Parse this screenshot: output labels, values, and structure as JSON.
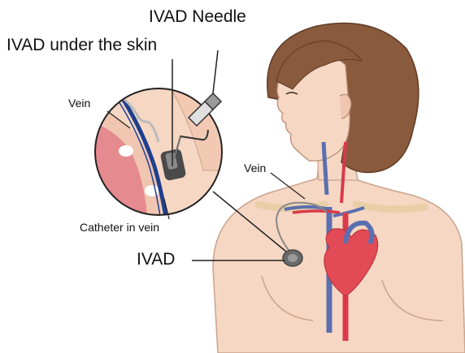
{
  "labels": {
    "ivad_needle": "IVAD Needle",
    "ivad_under_skin": "IVAD under the skin",
    "vein_inset": "Vein",
    "vein_body": "Vein",
    "catheter_in_vein": "Catheter in vein",
    "ivad": "IVAD"
  },
  "colors": {
    "skin": "#f6d7c3",
    "skin_outline": "#caa38e",
    "hair": "#8a5a3c",
    "artery": "#d93a4a",
    "vein": "#5a6fb0",
    "heart": "#e24b55",
    "bone": "#e8cfa8",
    "catheter_blue": "#1f3f8f",
    "device_gray": "#6b6b6b"
  }
}
